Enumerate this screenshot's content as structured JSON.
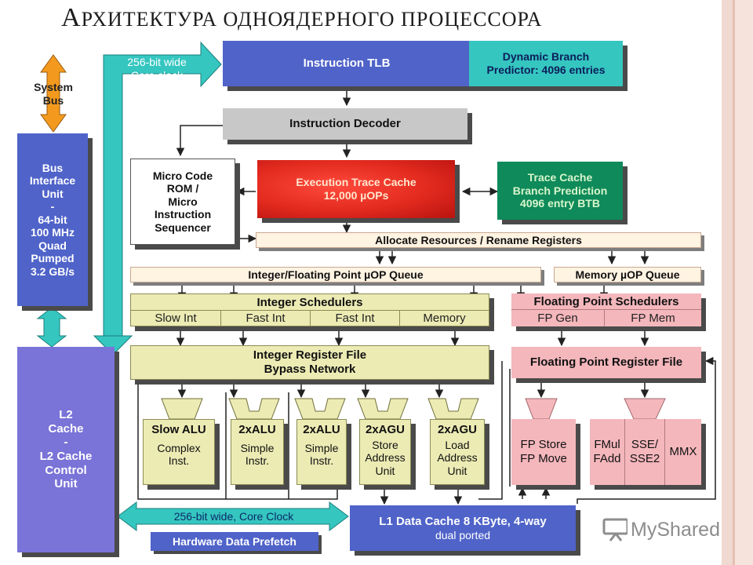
{
  "slide": {
    "title_first_letter": "А",
    "title_rest": "РХИТЕКТУРА ОДНОЯДЕРНОГО ПРОЦЕССОРА",
    "watermark": "MyShared"
  },
  "blocks": {
    "system_bus": [
      "System",
      "Bus"
    ],
    "bus_interface_unit": [
      "Bus",
      "Interface",
      "Unit",
      "-",
      "64-bit",
      "100 MHz",
      "Quad",
      "Pumped",
      "3.2 GB/s"
    ],
    "l2_cache": [
      "L2",
      "Cache",
      "-",
      "L2 Cache",
      "Control",
      "Unit"
    ],
    "top_link": [
      "256-bit wide",
      "Core clock"
    ],
    "instruction_tlb": "Instruction TLB",
    "dynamic_branch_predictor": [
      "Dynamic Branch",
      "Predictor: 4096 entries"
    ],
    "instruction_decoder": "Instruction Decoder",
    "microcode_rom": [
      "Micro Code",
      "ROM /",
      "Micro",
      "Instruction",
      "Sequencer"
    ],
    "execution_trace_cache": [
      "Execution Trace Cache",
      "12,000 µOPs"
    ],
    "trace_cache_branch_prediction": [
      "Trace Cache",
      "Branch Prediction",
      "4096 entry BTB"
    ],
    "allocate_resources": "Allocate Resources / Rename Registers",
    "int_fp_uop_queue": "Integer/Floating Point µOP Queue",
    "memory_uop_queue": "Memory µOP Queue",
    "integer_schedulers": {
      "title": "Integer Schedulers",
      "cells": [
        "Slow Int",
        "Fast Int",
        "Fast Int",
        "Memory"
      ]
    },
    "fp_schedulers": {
      "title": "Floating Point Schedulers",
      "cells": [
        "FP Gen",
        "FP Mem"
      ]
    },
    "integer_register_file": [
      "Integer Register File",
      "Bypass Network"
    ],
    "fp_register_file": "Floating Point Register File",
    "execution_units": [
      {
        "name": "Slow ALU",
        "desc": [
          "Complex",
          "Inst."
        ]
      },
      {
        "name": "2xALU",
        "desc": [
          "Simple",
          "Instr."
        ]
      },
      {
        "name": "2xALU",
        "desc": [
          "Simple",
          "Instr."
        ]
      },
      {
        "name": "2xAGU",
        "desc": [
          "Store",
          "Address",
          "Unit"
        ]
      },
      {
        "name": "2xAGU",
        "desc": [
          "Load",
          "Address",
          "Unit"
        ]
      }
    ],
    "fp_store_move": [
      "FP Store",
      "FP Move"
    ],
    "fmul_fadd": [
      "FMul",
      "FAdd"
    ],
    "sse": [
      "SSE/",
      "SSE2"
    ],
    "mmx": "MMX",
    "bottom_link": "256-bit wide, Core Clock",
    "hardware_data_prefetch": "Hardware Data Prefetch",
    "l1_data_cache": [
      "L1 Data Cache 8 KByte, 4-way",
      "dual ported"
    ]
  },
  "colors": {
    "blue": "#4f63c9",
    "purple": "#7a73d8",
    "teal": "#35c6c0",
    "orange": "#f39a1e",
    "green": "#0f8a5a",
    "red": "#e22a1f",
    "gray": "#c8c8c8",
    "olive": "#ecebb4",
    "pink": "#f4b7bc"
  }
}
